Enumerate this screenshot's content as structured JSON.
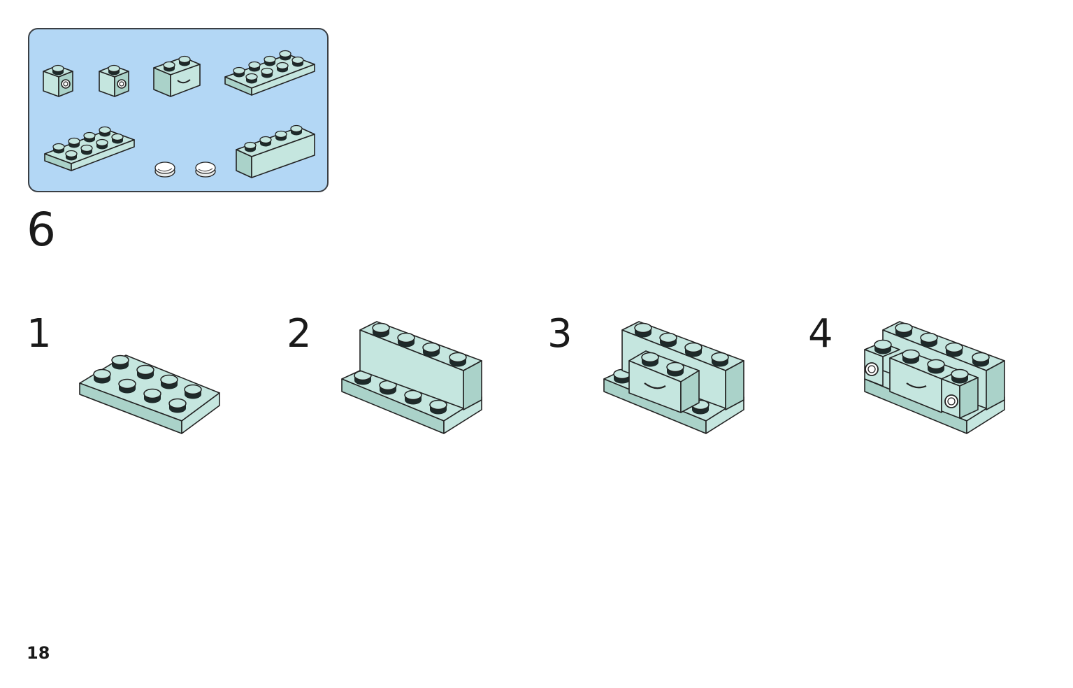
{
  "page": {
    "step_number": "6",
    "page_number": "18"
  },
  "colors": {
    "brick": "#c5e6df",
    "brick_side": "#aad2c9",
    "stud_top": "#1e2a2a",
    "panel_bg": "#b3d7f5",
    "outline": "#222222"
  },
  "parts_panel": {
    "parts": [
      {
        "name": "brick-1x1-with-side-stud-icon",
        "qty": 1
      },
      {
        "name": "brick-1x1-with-side-stud-icon",
        "qty": 1
      },
      {
        "name": "brick-1x2-with-smile-print-icon",
        "qty": 1
      },
      {
        "name": "plate-2x4-icon",
        "qty": 1
      },
      {
        "name": "plate-2x4-icon",
        "qty": 1
      },
      {
        "name": "round-tile-1x1-white-icon",
        "qty": 2
      },
      {
        "name": "brick-1x4-icon",
        "qty": 1
      }
    ]
  },
  "substeps": [
    {
      "number": "1"
    },
    {
      "number": "2"
    },
    {
      "number": "3"
    },
    {
      "number": "4"
    }
  ]
}
